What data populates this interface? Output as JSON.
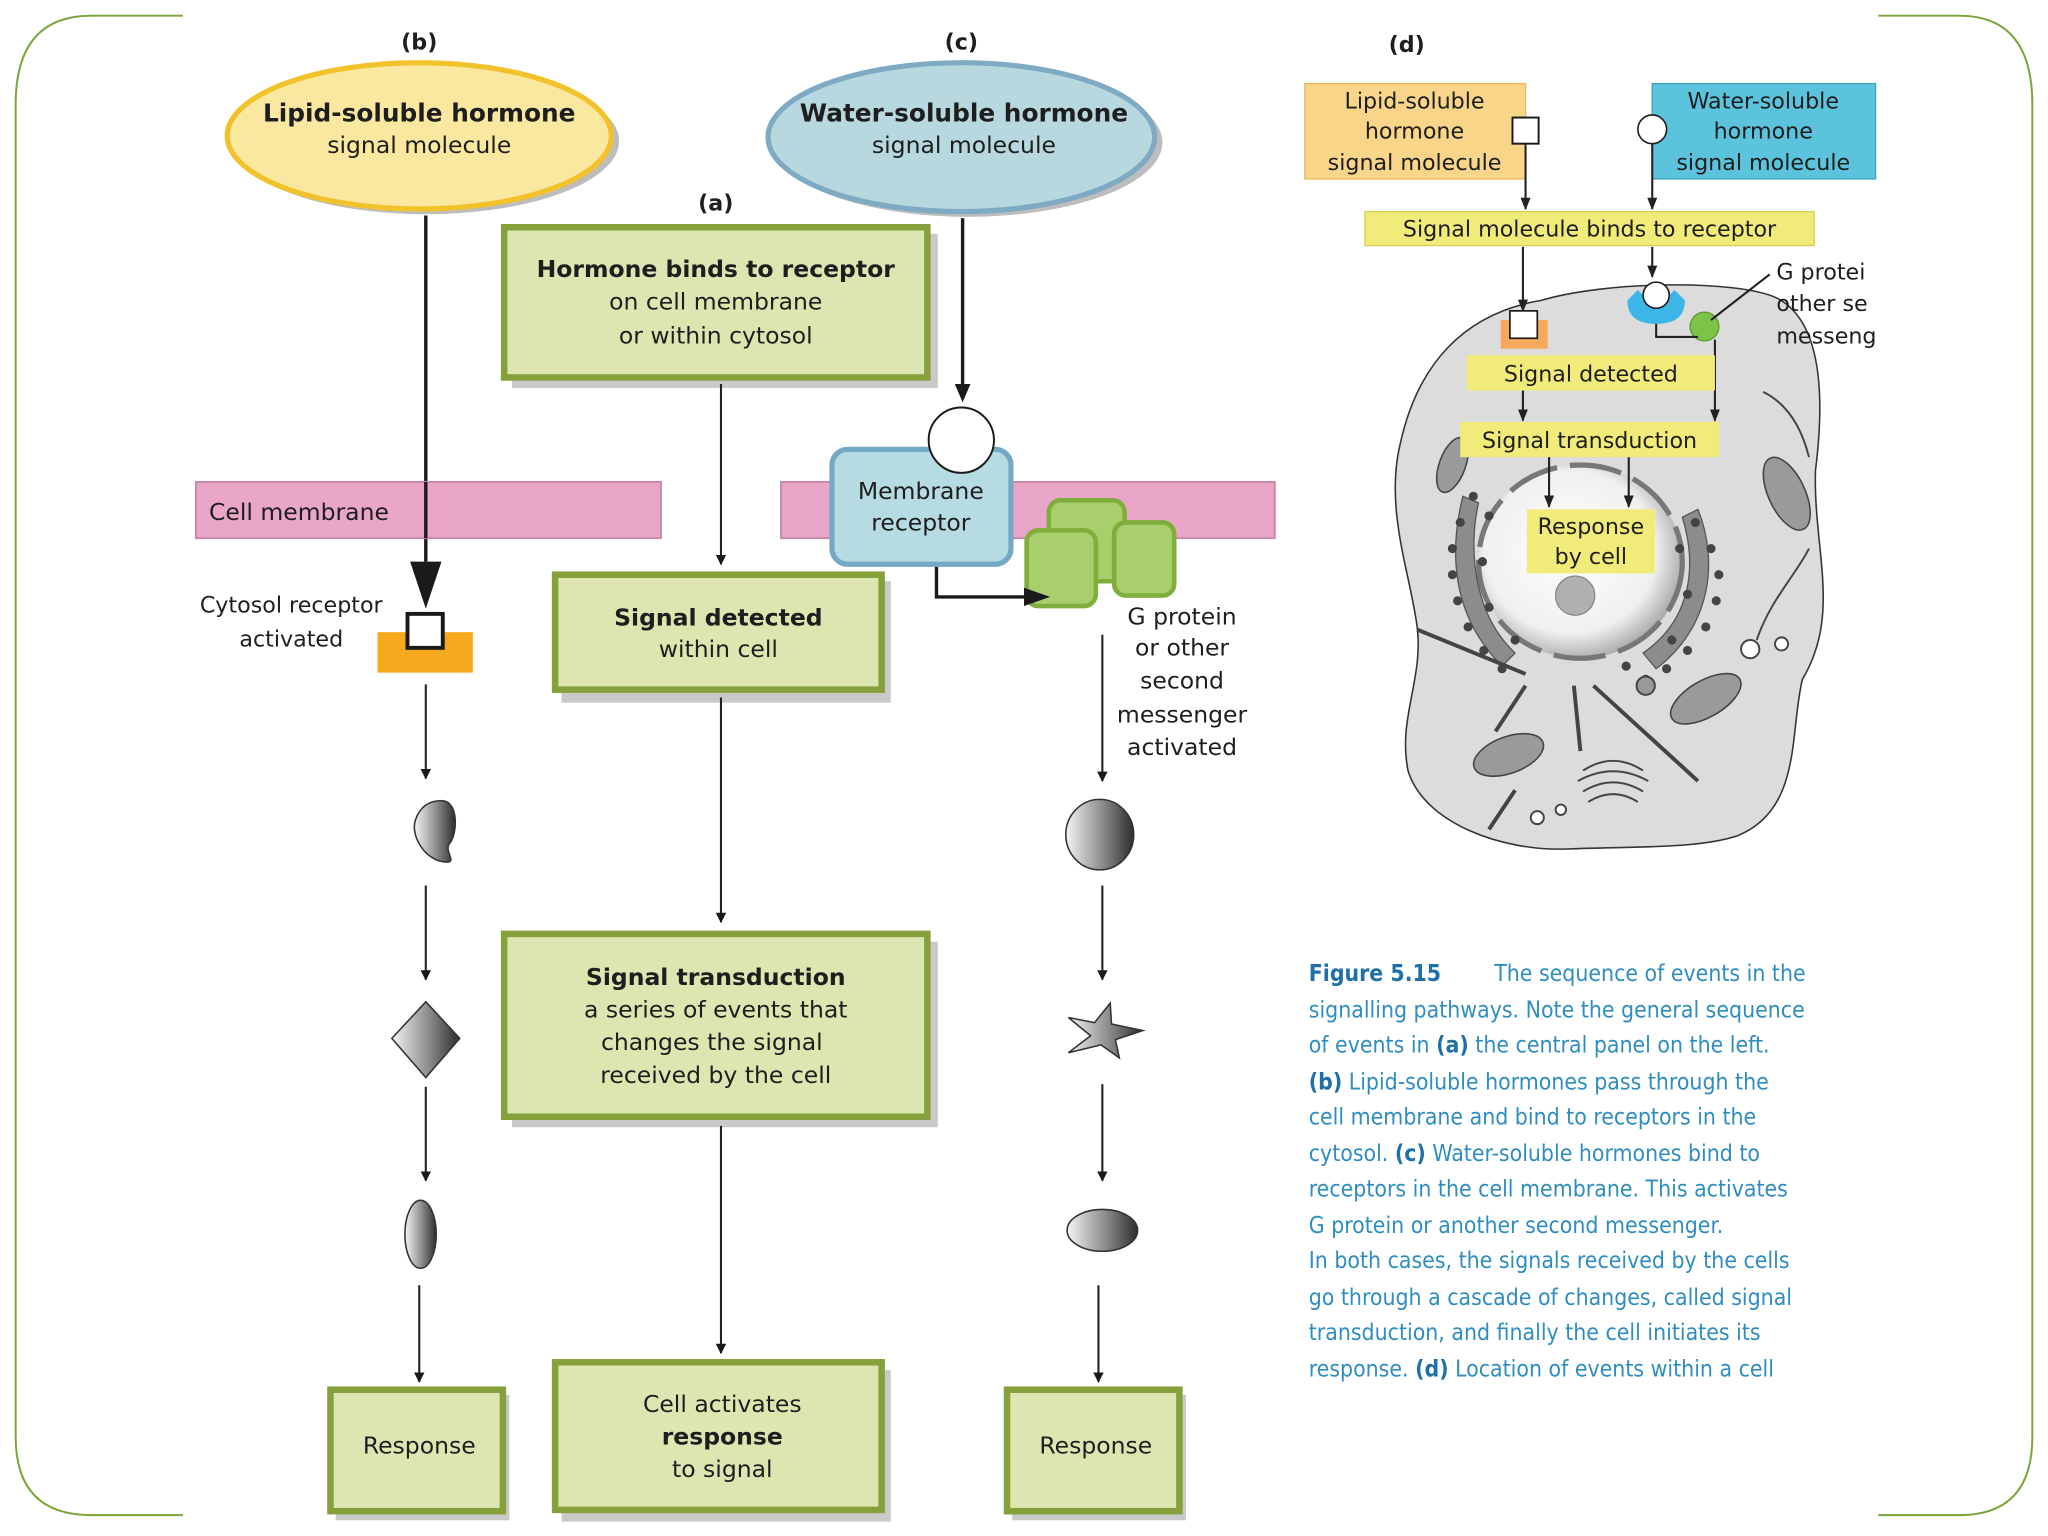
{
  "figure": {
    "panel_labels": {
      "a": "(a)",
      "b": "(b)",
      "c": "(c)",
      "d": "(d)"
    },
    "colors": {
      "frame": "#7aa53a",
      "box_fill": "#dde6b0",
      "box_border": "#86a03c",
      "lipid_fill": "#fbe8a0",
      "lipid_border": "#f2c22a",
      "water_fill": "#b7d8de",
      "water_border": "#7eaac4",
      "membrane": "#eaa6c8",
      "receptor_fill": "#b7dbe2",
      "receptor_border": "#73a9c4",
      "gprotein_fill": "#a9cf6c",
      "gprotein_border": "#7fae3c",
      "cytosol_receptor": "#f6a91c",
      "caption": "#2f8dbf",
      "d_yellow": "#f1ec7a",
      "d_orange": "#f9d58a",
      "d_blue": "#5bc3dc",
      "cell_fill": "#dcdcdc"
    },
    "panel_b": {
      "ellipse_title": "Lipid-soluble hormone",
      "ellipse_sub": "signal molecule",
      "cytosol_label_1": "Cytosol receptor",
      "cytosol_label_2": "activated",
      "response": "Response"
    },
    "panel_c": {
      "ellipse_title": "Water-soluble hormone",
      "ellipse_sub": "signal molecule",
      "receptor_label_1": "Membrane",
      "receptor_label_2": "receptor",
      "gprotein_label": [
        "G protein",
        "or other",
        "second",
        "messenger",
        "activated"
      ],
      "response": "Response"
    },
    "membrane_label": "Cell membrane",
    "panel_a": {
      "step1_title": "Hormone binds to receptor",
      "step1_lines": [
        "on cell membrane",
        "or within cytosol"
      ],
      "step2_title": "Signal detected",
      "step2_lines": [
        "within cell"
      ],
      "step3_title": "Signal transduction",
      "step3_lines": [
        "a series of events that",
        "changes the signal",
        "received by the cell"
      ],
      "step4_line1": "Cell activates",
      "step4_bold": "response",
      "step4_line3": "to signal"
    },
    "panel_d": {
      "lipid_box": [
        "Lipid-soluble",
        "hormone",
        "signal molecule"
      ],
      "water_box": [
        "Water-soluble",
        "hormone",
        "signal molecule"
      ],
      "binds": "Signal molecule binds to receptor",
      "gprotein_label": [
        "G protei",
        "other se",
        "messeng"
      ],
      "detected": "Signal detected",
      "transduction": "Signal transduction",
      "response": [
        "Response",
        "by cell"
      ]
    },
    "caption": {
      "figure_number": "Figure 5.15",
      "lines": [
        [
          {
            "t": "The sequence of events in the",
            "b": false
          }
        ],
        [
          {
            "t": "signalling pathways. Note the general sequence",
            "b": false
          }
        ],
        [
          {
            "t": "of events in ",
            "b": false
          },
          {
            "t": "(a)",
            "b": true
          },
          {
            "t": " the central panel on the left.",
            "b": false
          }
        ],
        [
          {
            "t": "(b)",
            "b": true
          },
          {
            "t": " Lipid-soluble hormones pass through the",
            "b": false
          }
        ],
        [
          {
            "t": "cell membrane and bind to receptors in the",
            "b": false
          }
        ],
        [
          {
            "t": "cytosol. ",
            "b": false
          },
          {
            "t": "(c)",
            "b": true
          },
          {
            "t": " Water-soluble hormones bind to",
            "b": false
          }
        ],
        [
          {
            "t": "receptors in the cell membrane. This activates",
            "b": false
          }
        ],
        [
          {
            "t": "G protein or another second messenger.",
            "b": false
          }
        ],
        [
          {
            "t": "In both cases, the signals received by the cells",
            "b": false
          }
        ],
        [
          {
            "t": "go through a cascade of changes, called signal",
            "b": false
          }
        ],
        [
          {
            "t": "transduction, and finally the cell initiates its",
            "b": false
          }
        ],
        [
          {
            "t": "response. ",
            "b": false
          },
          {
            "t": "(d)",
            "b": true
          },
          {
            "t": " Location of events within a cell",
            "b": false
          }
        ]
      ]
    }
  }
}
